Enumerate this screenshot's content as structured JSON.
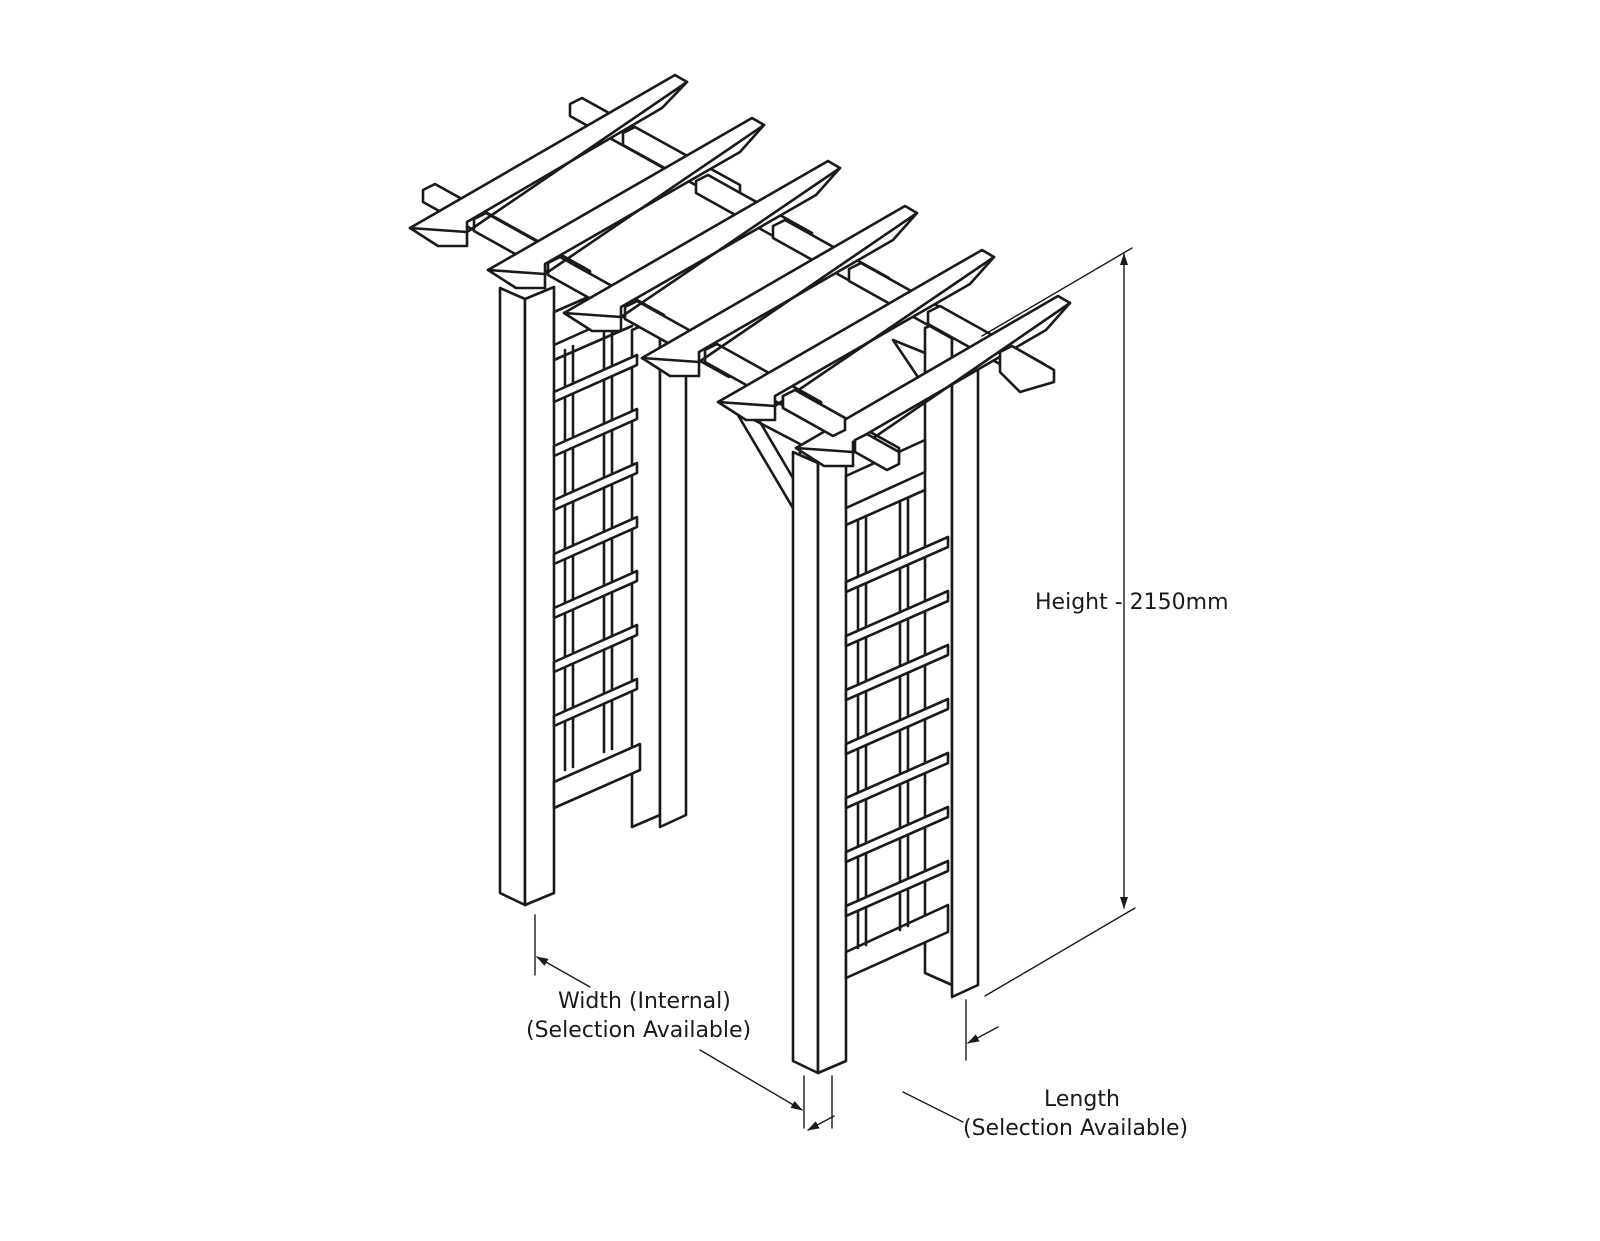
{
  "labels": {
    "height": "Height - 2150mm",
    "width_line1": "Width (Internal)",
    "width_line2": "(Selection Available)",
    "length_line1": "Length",
    "length_line2": "(Selection Available)"
  },
  "colors": {
    "line": "#1a1a1a",
    "background": "#ffffff"
  }
}
